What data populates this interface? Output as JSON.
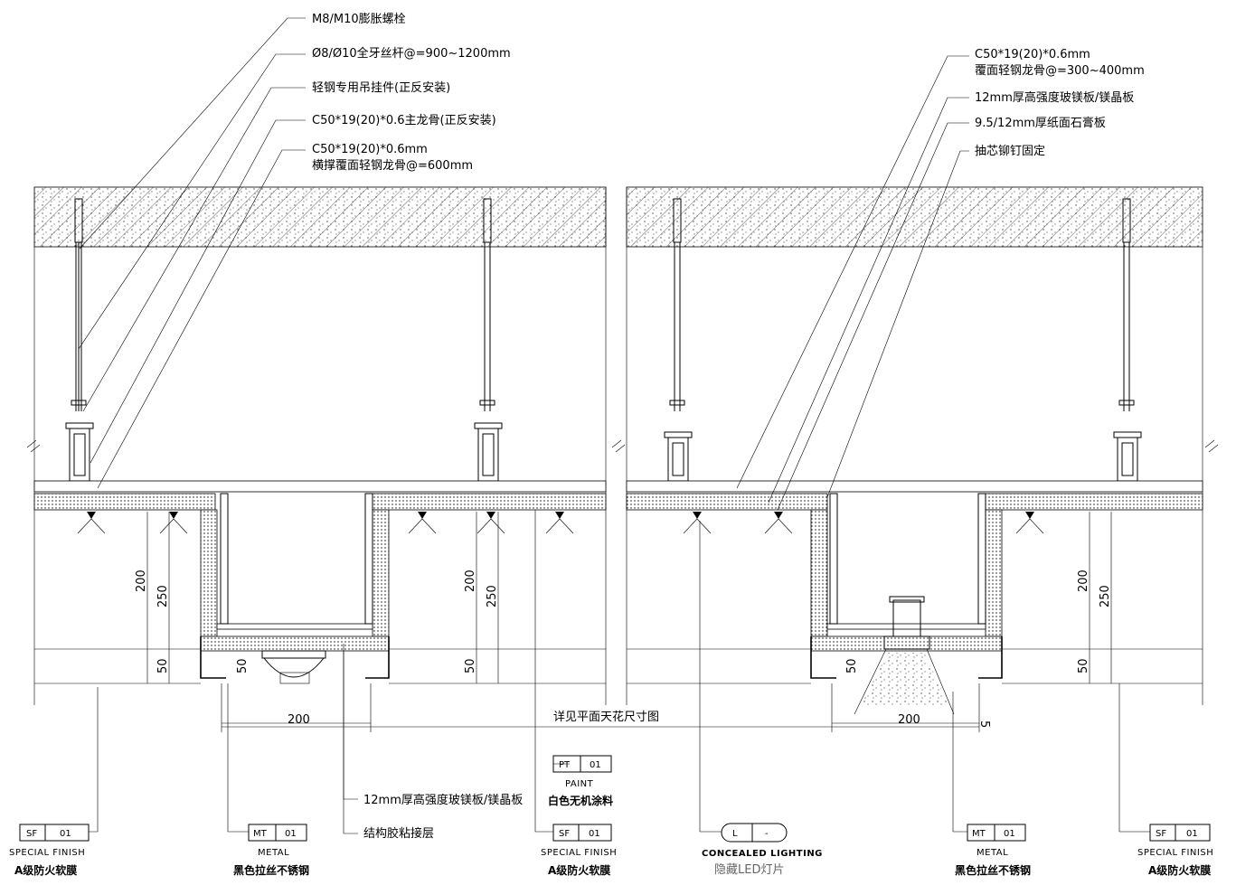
{
  "annotations_left": [
    "M8/M10膨胀螺栓",
    "Ø8/Ø10全牙丝杆@=900~1200mm",
    "轻钢专用吊挂件(正反安装)",
    "C50*19(20)*0.6主龙骨(正反安装)",
    "C50*19(20)*0.6mm",
    "横撑覆面轻钢龙骨@=600mm"
  ],
  "annotations_right": [
    "C50*19(20)*0.6mm",
    "覆面轻钢龙骨@=300~400mm",
    "12mm厚高强度玻镁板/镁晶板",
    "9.5/12mm厚纸面石膏板",
    "抽芯铆钉固定"
  ],
  "annotations_bottom": [
    "12mm厚高强度玻镁板/镁晶板",
    "结构胶粘接层",
    "详见平面天花尺寸图"
  ],
  "dimensions": {
    "d200": "200",
    "d250": "250",
    "d50": "50",
    "d5": "5"
  },
  "legend_tags": [
    {
      "code": "SF",
      "num": "01",
      "caption": "SPECIAL FINISH",
      "desc": "A级防火软膜"
    },
    {
      "code": "MT",
      "num": "01",
      "caption": "METAL",
      "desc": "黑色拉丝不锈钢"
    },
    {
      "code": "SF",
      "num": "01",
      "caption": "SPECIAL FINISH",
      "desc": "A级防火软膜"
    },
    {
      "code": "PT",
      "num": "01",
      "caption": "PAINT",
      "desc": "白色无机涂料"
    },
    {
      "code": "L",
      "num": "-",
      "caption": "CONCEALED LIGHTING",
      "desc": "隐藏LED灯片"
    },
    {
      "code": "MT",
      "num": "01",
      "caption": "METAL",
      "desc": "黑色拉丝不锈钢"
    },
    {
      "code": "SF",
      "num": "01",
      "caption": "SPECIAL FINISH",
      "desc": "A级防火软膜"
    }
  ],
  "colors": {
    "line": "#000000",
    "background": "#ffffff",
    "fill_light": "#e6e6e6"
  }
}
